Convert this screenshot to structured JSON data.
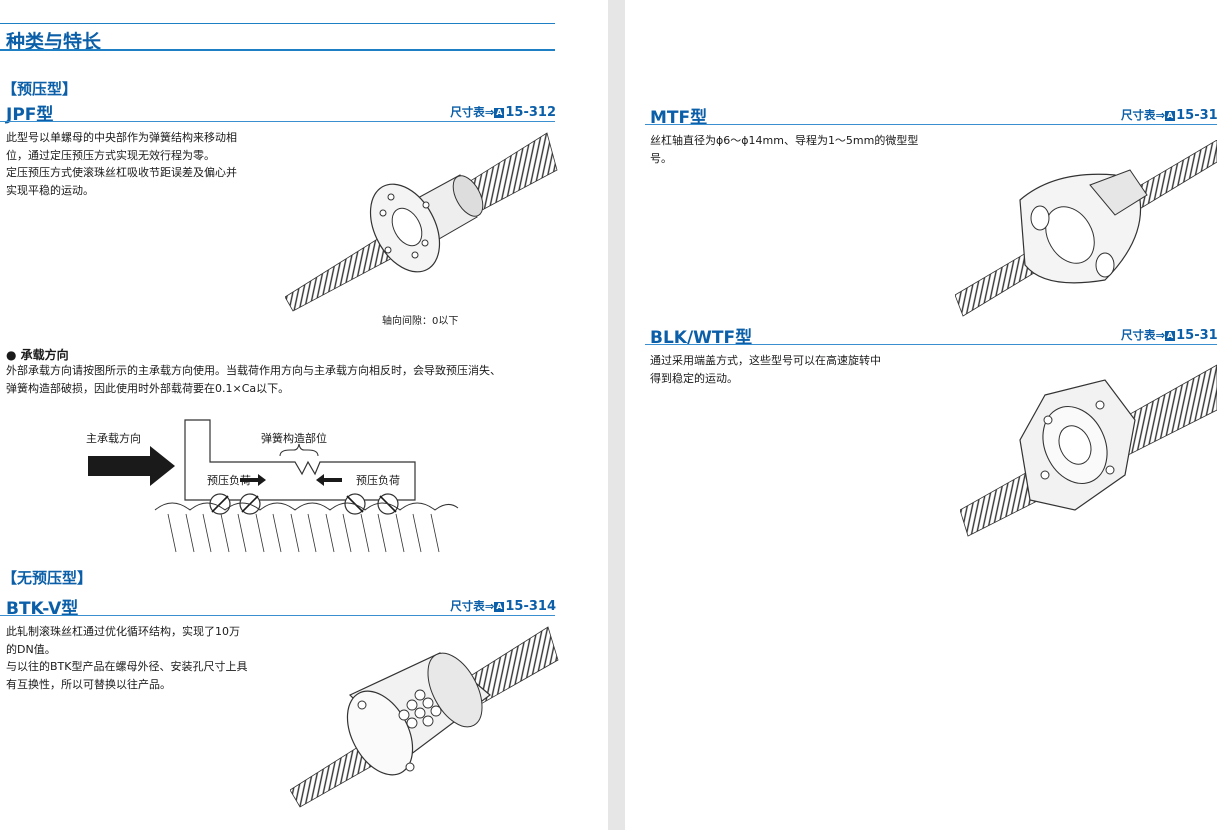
{
  "left": {
    "title": "种类与特长",
    "section_preload": "【预压型】",
    "jpf": {
      "model": "JPF型",
      "ref_prefix": "尺寸表⇒",
      "ref_icon": "A",
      "ref_num": "15-312",
      "desc": [
        "此型号以单螺母的中央部作为弹簧结构来移动相",
        "位，通过定压预压方式实现无效行程为零。",
        "定压预压方式使滚珠丝杠吸收节距误差及偏心并",
        "实现平稳的运动。"
      ],
      "caption": "轴向间隙：0以下"
    },
    "load": {
      "heading": "● 承载方向",
      "text": [
        "外部承载方向请按图所示的主承载方向使用。当载荷作用方向与主承载方向相反时，会导致预压消失、",
        "弹簧构造部破损，因此使用时外部载荷要在0.1×Ca以下。"
      ],
      "label_main": "主承载方向",
      "label_spring": "弹簧构造部位",
      "label_preload_left": "预压负荷",
      "label_preload_right": "预压负荷"
    },
    "section_nopreload": "【无预压型】",
    "btk": {
      "model": "BTK-V型",
      "ref_prefix": "尺寸表⇒",
      "ref_icon": "A",
      "ref_num": "15-314",
      "desc": [
        "此轧制滚珠丝杠通过优化循环结构，实现了10万",
        "的DN值。",
        "与以往的BTK型产品在螺母外径、安装孔尺寸上具",
        "有互换性，所以可替换以往产品。"
      ]
    }
  },
  "right": {
    "mtf": {
      "model": "MTF型",
      "ref_prefix": "尺寸表⇒",
      "ref_icon": "A",
      "ref_num": "15-31",
      "desc": [
        "丝杠轴直径为ϕ6～ϕ14mm、导程为1～5mm的微型型",
        "号。"
      ]
    },
    "blk": {
      "model": "BLK/WTF型",
      "ref_prefix": "尺寸表⇒",
      "ref_icon": "A",
      "ref_num": "15-31",
      "desc": [
        "通过采用端盖方式，这些型号可以在高速旋转中",
        "得到稳定的运动。"
      ]
    }
  }
}
